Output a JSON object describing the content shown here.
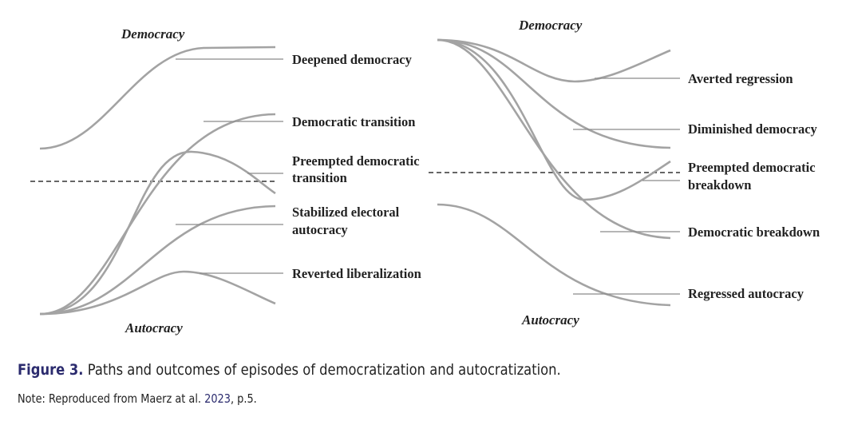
{
  "left_panel": {
    "top_label": "Democracy",
    "bottom_label": "Autocracy",
    "outcomes": [
      {
        "line1": "Deepened democracy"
      },
      {
        "line1": "Democratic transition"
      },
      {
        "line1": "Preempted democratic",
        "line2": "transition"
      },
      {
        "line1": "Stabilized electoral",
        "line2": "autocracy"
      },
      {
        "line1": "Reverted liberalization"
      }
    ]
  },
  "right_panel": {
    "top_label": "Democracy",
    "bottom_label": "Autocracy",
    "outcomes": [
      {
        "line1": "Averted regression"
      },
      {
        "line1": "Diminished democracy"
      },
      {
        "line1": "Preempted democratic",
        "line2": "breakdown"
      },
      {
        "line1": "Democratic breakdown"
      },
      {
        "line1": "Regressed autocracy"
      }
    ]
  },
  "caption": {
    "figure_label": "Figure 3.",
    "text": " Paths and outcomes of episodes of democratization and autocratization.",
    "note_prefix": "Note: Reproduced from Maerz at al. ",
    "note_year": "2023",
    "note_suffix": ", p.5."
  }
}
